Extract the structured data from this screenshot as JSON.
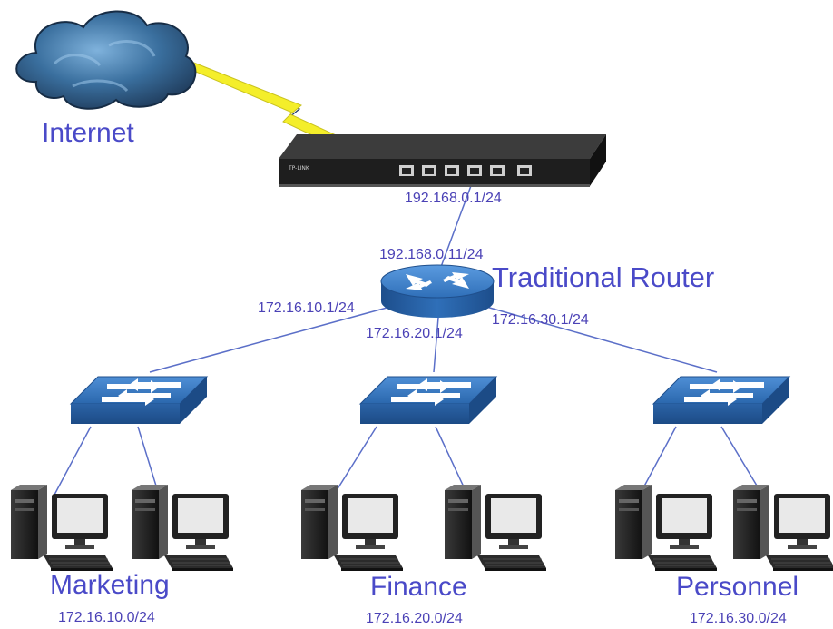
{
  "internet": {
    "label": "Internet",
    "icon": "cloud-icon"
  },
  "gateway": {
    "icon": "tplink-router-icon",
    "brand": "TP-LINK",
    "lan_ip": "192.168.0.1/24"
  },
  "router": {
    "name": "Traditional Router",
    "icon": "router-icon",
    "wan_ip": "192.168.0.11/24",
    "interfaces": [
      "172.16.10.1/24",
      "172.16.20.1/24",
      "172.16.30.1/24"
    ]
  },
  "departments": [
    {
      "name": "Marketing",
      "subnet": "172.16.10.0/24"
    },
    {
      "name": "Finance",
      "subnet": "172.16.20.0/24"
    },
    {
      "name": "Personnel",
      "subnet": "172.16.30.0/24"
    }
  ],
  "colors": {
    "label": "#4a4ac8",
    "device_blue": "#2f6fb8",
    "link_line": "#5b6fc8",
    "lightning": "#f4ee2a"
  }
}
